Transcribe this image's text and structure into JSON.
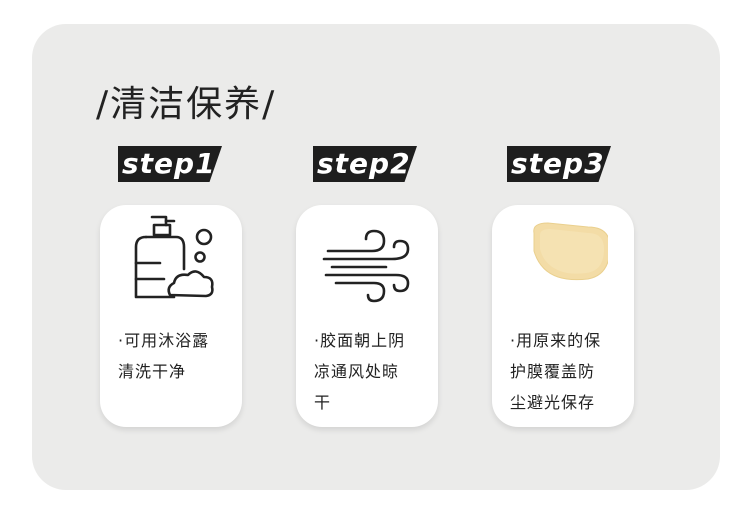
{
  "title": "/清洁保养/",
  "steps": [
    {
      "label": "step1",
      "icon": "soap-bottle-bubbles-icon",
      "text": "·可用沐浴露\n清洗干净"
    },
    {
      "label": "step2",
      "icon": "wind-icon",
      "text": "·胶面朝上阴\n凉通风处晾\n干"
    },
    {
      "label": "step3",
      "icon": "gel-pad-icon",
      "text": "·用原来的保\n护膜覆盖防\n尘避光保存"
    }
  ],
  "colors": {
    "panel": "#ebebea",
    "tag": "#1e1e1e",
    "pad": "#f3dca6"
  }
}
